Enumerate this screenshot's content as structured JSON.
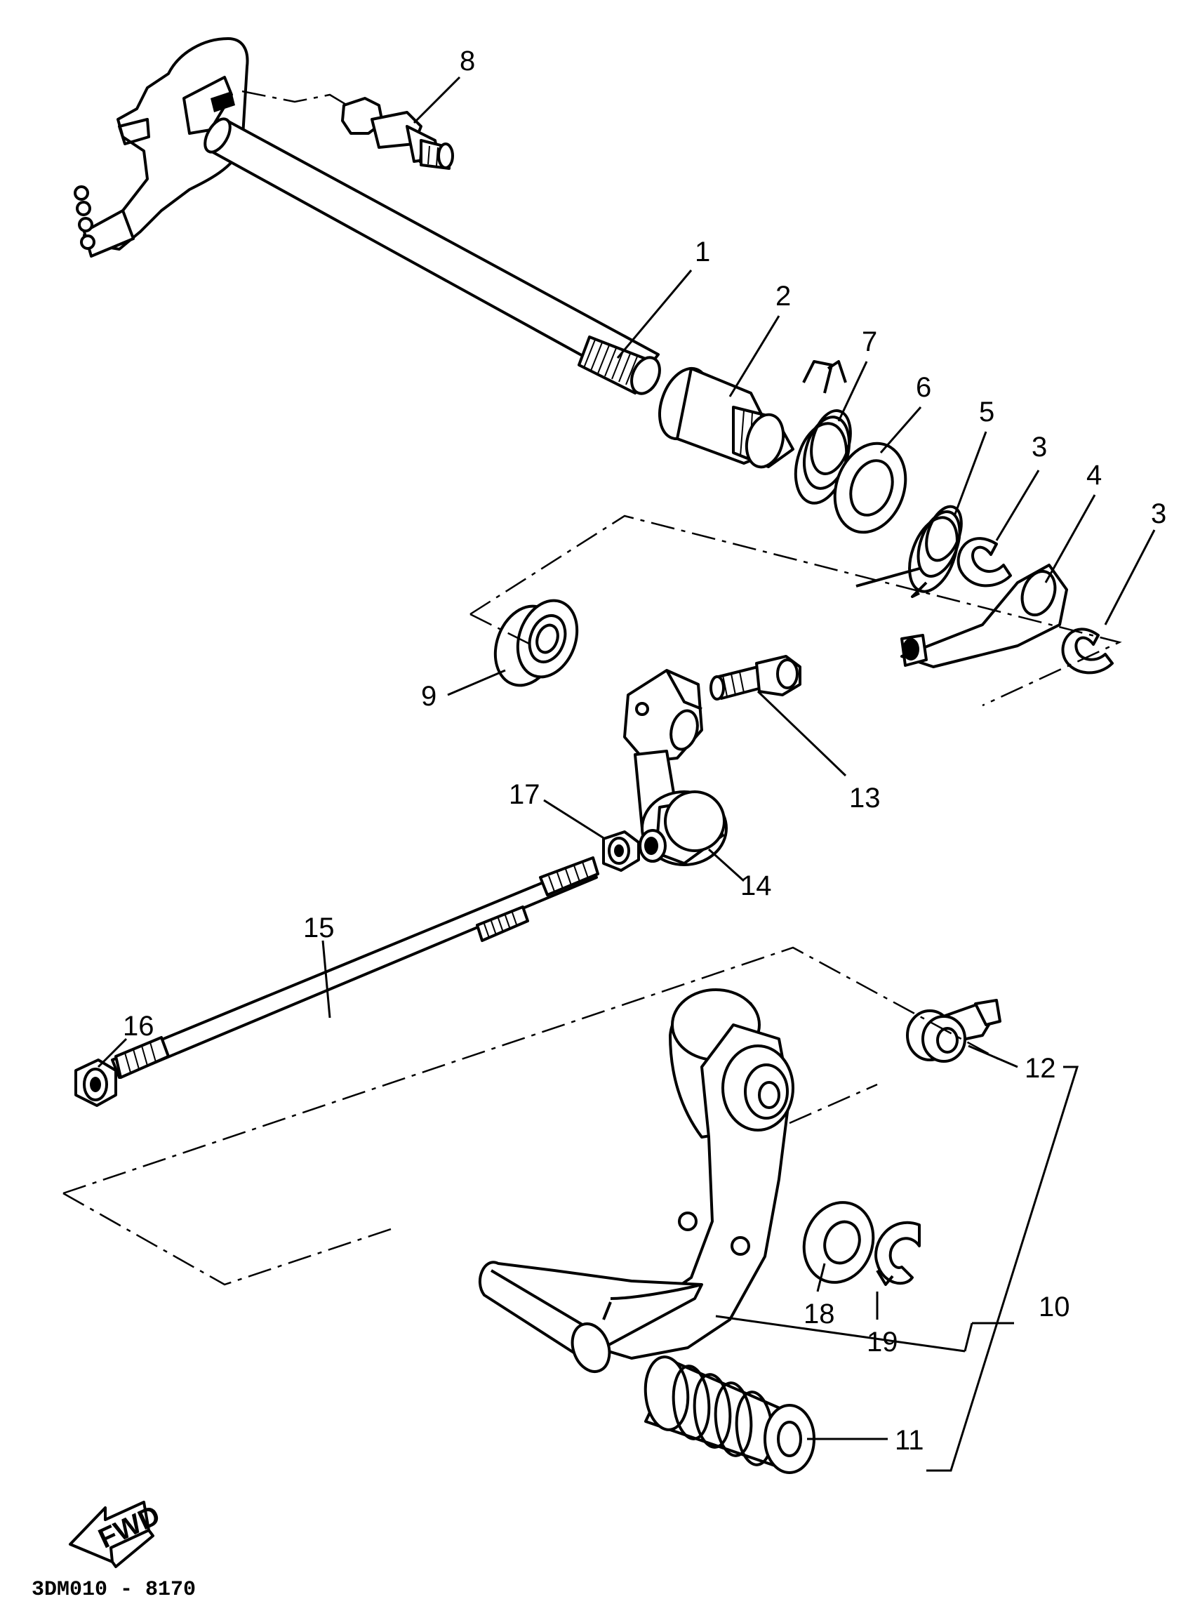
{
  "parts": [
    {
      "id": "p1",
      "label": "1"
    },
    {
      "id": "p2",
      "label": "2"
    },
    {
      "id": "p3a",
      "label": "3"
    },
    {
      "id": "p3b",
      "label": "3"
    },
    {
      "id": "p4",
      "label": "4"
    },
    {
      "id": "p5",
      "label": "5"
    },
    {
      "id": "p6",
      "label": "6"
    },
    {
      "id": "p7",
      "label": "7"
    },
    {
      "id": "p8",
      "label": "8"
    },
    {
      "id": "p9",
      "label": "9"
    },
    {
      "id": "p10",
      "label": "10"
    },
    {
      "id": "p11",
      "label": "11"
    },
    {
      "id": "p12",
      "label": "12"
    },
    {
      "id": "p13",
      "label": "13"
    },
    {
      "id": "p14",
      "label": "14"
    },
    {
      "id": "p15",
      "label": "15"
    },
    {
      "id": "p16",
      "label": "16"
    },
    {
      "id": "p17",
      "label": "17"
    },
    {
      "id": "p18",
      "label": "18"
    },
    {
      "id": "p19",
      "label": "19"
    }
  ],
  "badge": {
    "text": "FWD"
  },
  "diagram_code": "3DM010 - 8170"
}
